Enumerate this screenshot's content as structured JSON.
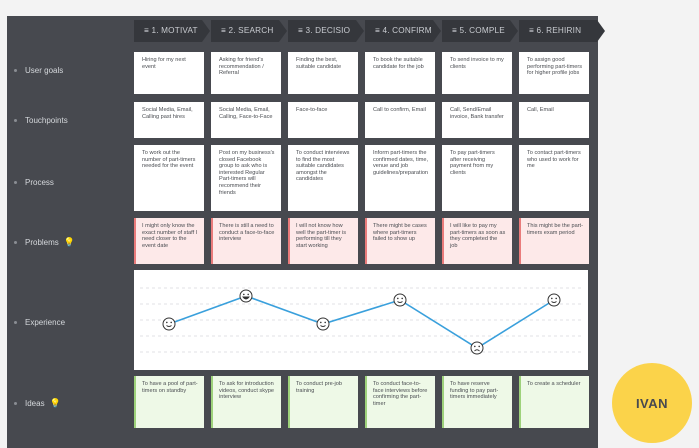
{
  "phases": [
    "≡ 1. MOTIVAT",
    "≡ 2. SEARCH",
    "≡ 3. DECISIO",
    "≡ 4. CONFIRM",
    "≡ 5. COMPLE",
    "≡ 6. REHIRIN"
  ],
  "rows": {
    "user_goals": {
      "label": "User goals",
      "cards": [
        "Hiring for my next event",
        "Asking for friend's recommendation / Referral",
        "Finding the best, suitable candidate",
        "To book the suitable candidate for the job",
        "To send invoice to my clients",
        "To assign good performing part-timers for higher profile jobs"
      ]
    },
    "touchpoints": {
      "label": "Touchpoints",
      "cards": [
        "Social Media, Email, Calling past hires",
        "Social Media, Email, Calling, Face-to-Face",
        "Face-to-face",
        "Call to confirm, Email",
        "Call, Send/Email invoice, Bank transfer",
        "Call, Email"
      ]
    },
    "process": {
      "label": "Process",
      "cards": [
        "To work out the number of part-timers needed for the event",
        "Post on my business's closed Facebook group to ask who is interested Regular Part-timers will recommend their friends",
        "To conduct interviews to find the most suitable candidates amongst the candidates",
        "Inform part-timers the confirmed dates, time, venue and job guidelines/preparation",
        "To pay part-timers after receiving payment from my clients",
        "To contact part-timers who used to work for me"
      ]
    },
    "problems": {
      "label": "Problems",
      "cards": [
        "I might only know the exact number of staff I need closer to the event date",
        "There is still a need to conduct a face-to-face interview",
        "I will not know how well the part-timer is performing till they start working",
        "There might be cases where part-timers failed to show up",
        "I will like to pay my part-timers as soon as they completed the job",
        "This might be the part-timers exam period"
      ]
    },
    "experience": {
      "label": "Experience"
    },
    "ideas": {
      "label": "Ideas",
      "cards": [
        "To have a pool of part-timers on standby",
        "To ask for introduction videos, conduct skype interview",
        "To conduct pre-job training",
        "To conduct face-to-face interviews before confirming the part-timer",
        "To have reserve funding to pay part-timers immediately",
        "To create a scheduler"
      ]
    }
  },
  "experience_curve": {
    "levels": [
      0.45,
      0.8,
      0.45,
      0.75,
      0.15,
      0.75
    ],
    "moods": [
      "neutral",
      "happy",
      "neutral",
      "neutral",
      "sad",
      "neutral"
    ],
    "line_color": "#3aa0dc"
  },
  "badge": {
    "text": "IVAN",
    "color": "#fbd34a"
  },
  "colors": {
    "board": "#47494f",
    "problem": "#e97b7b",
    "idea": "#9ed27b"
  }
}
